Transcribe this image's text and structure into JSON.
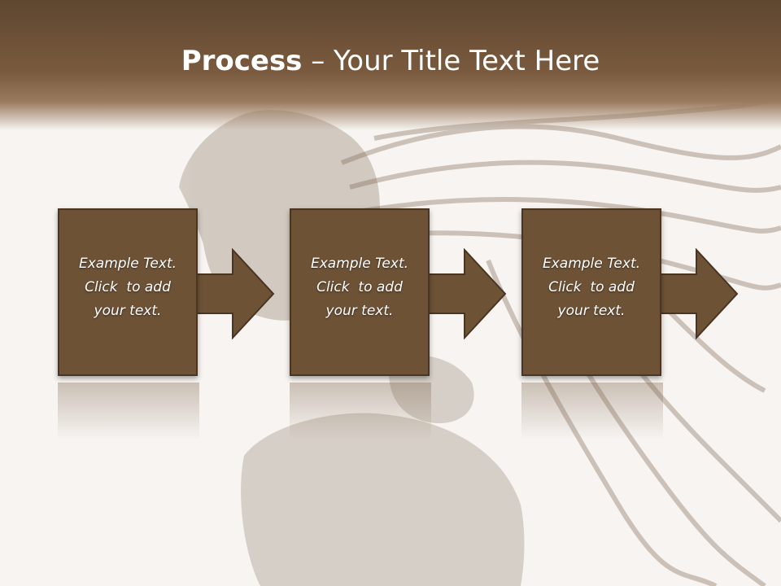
{
  "slide": {
    "title_bold": "Process",
    "title_rest": " – Your Title Text Here"
  },
  "steps": [
    {
      "line1": "Example Text.",
      "line2": "Click  to add",
      "line3": "your text."
    },
    {
      "line1": "Example Text.",
      "line2": "Click  to add",
      "line3": "your text."
    },
    {
      "line1": "Example Text.",
      "line2": "Click  to add",
      "line3": "your text."
    }
  ],
  "colors": {
    "header_brown": "#6b5038",
    "box_fill": "#6d5236",
    "box_border": "#4a3422",
    "text": "#ffffff"
  }
}
